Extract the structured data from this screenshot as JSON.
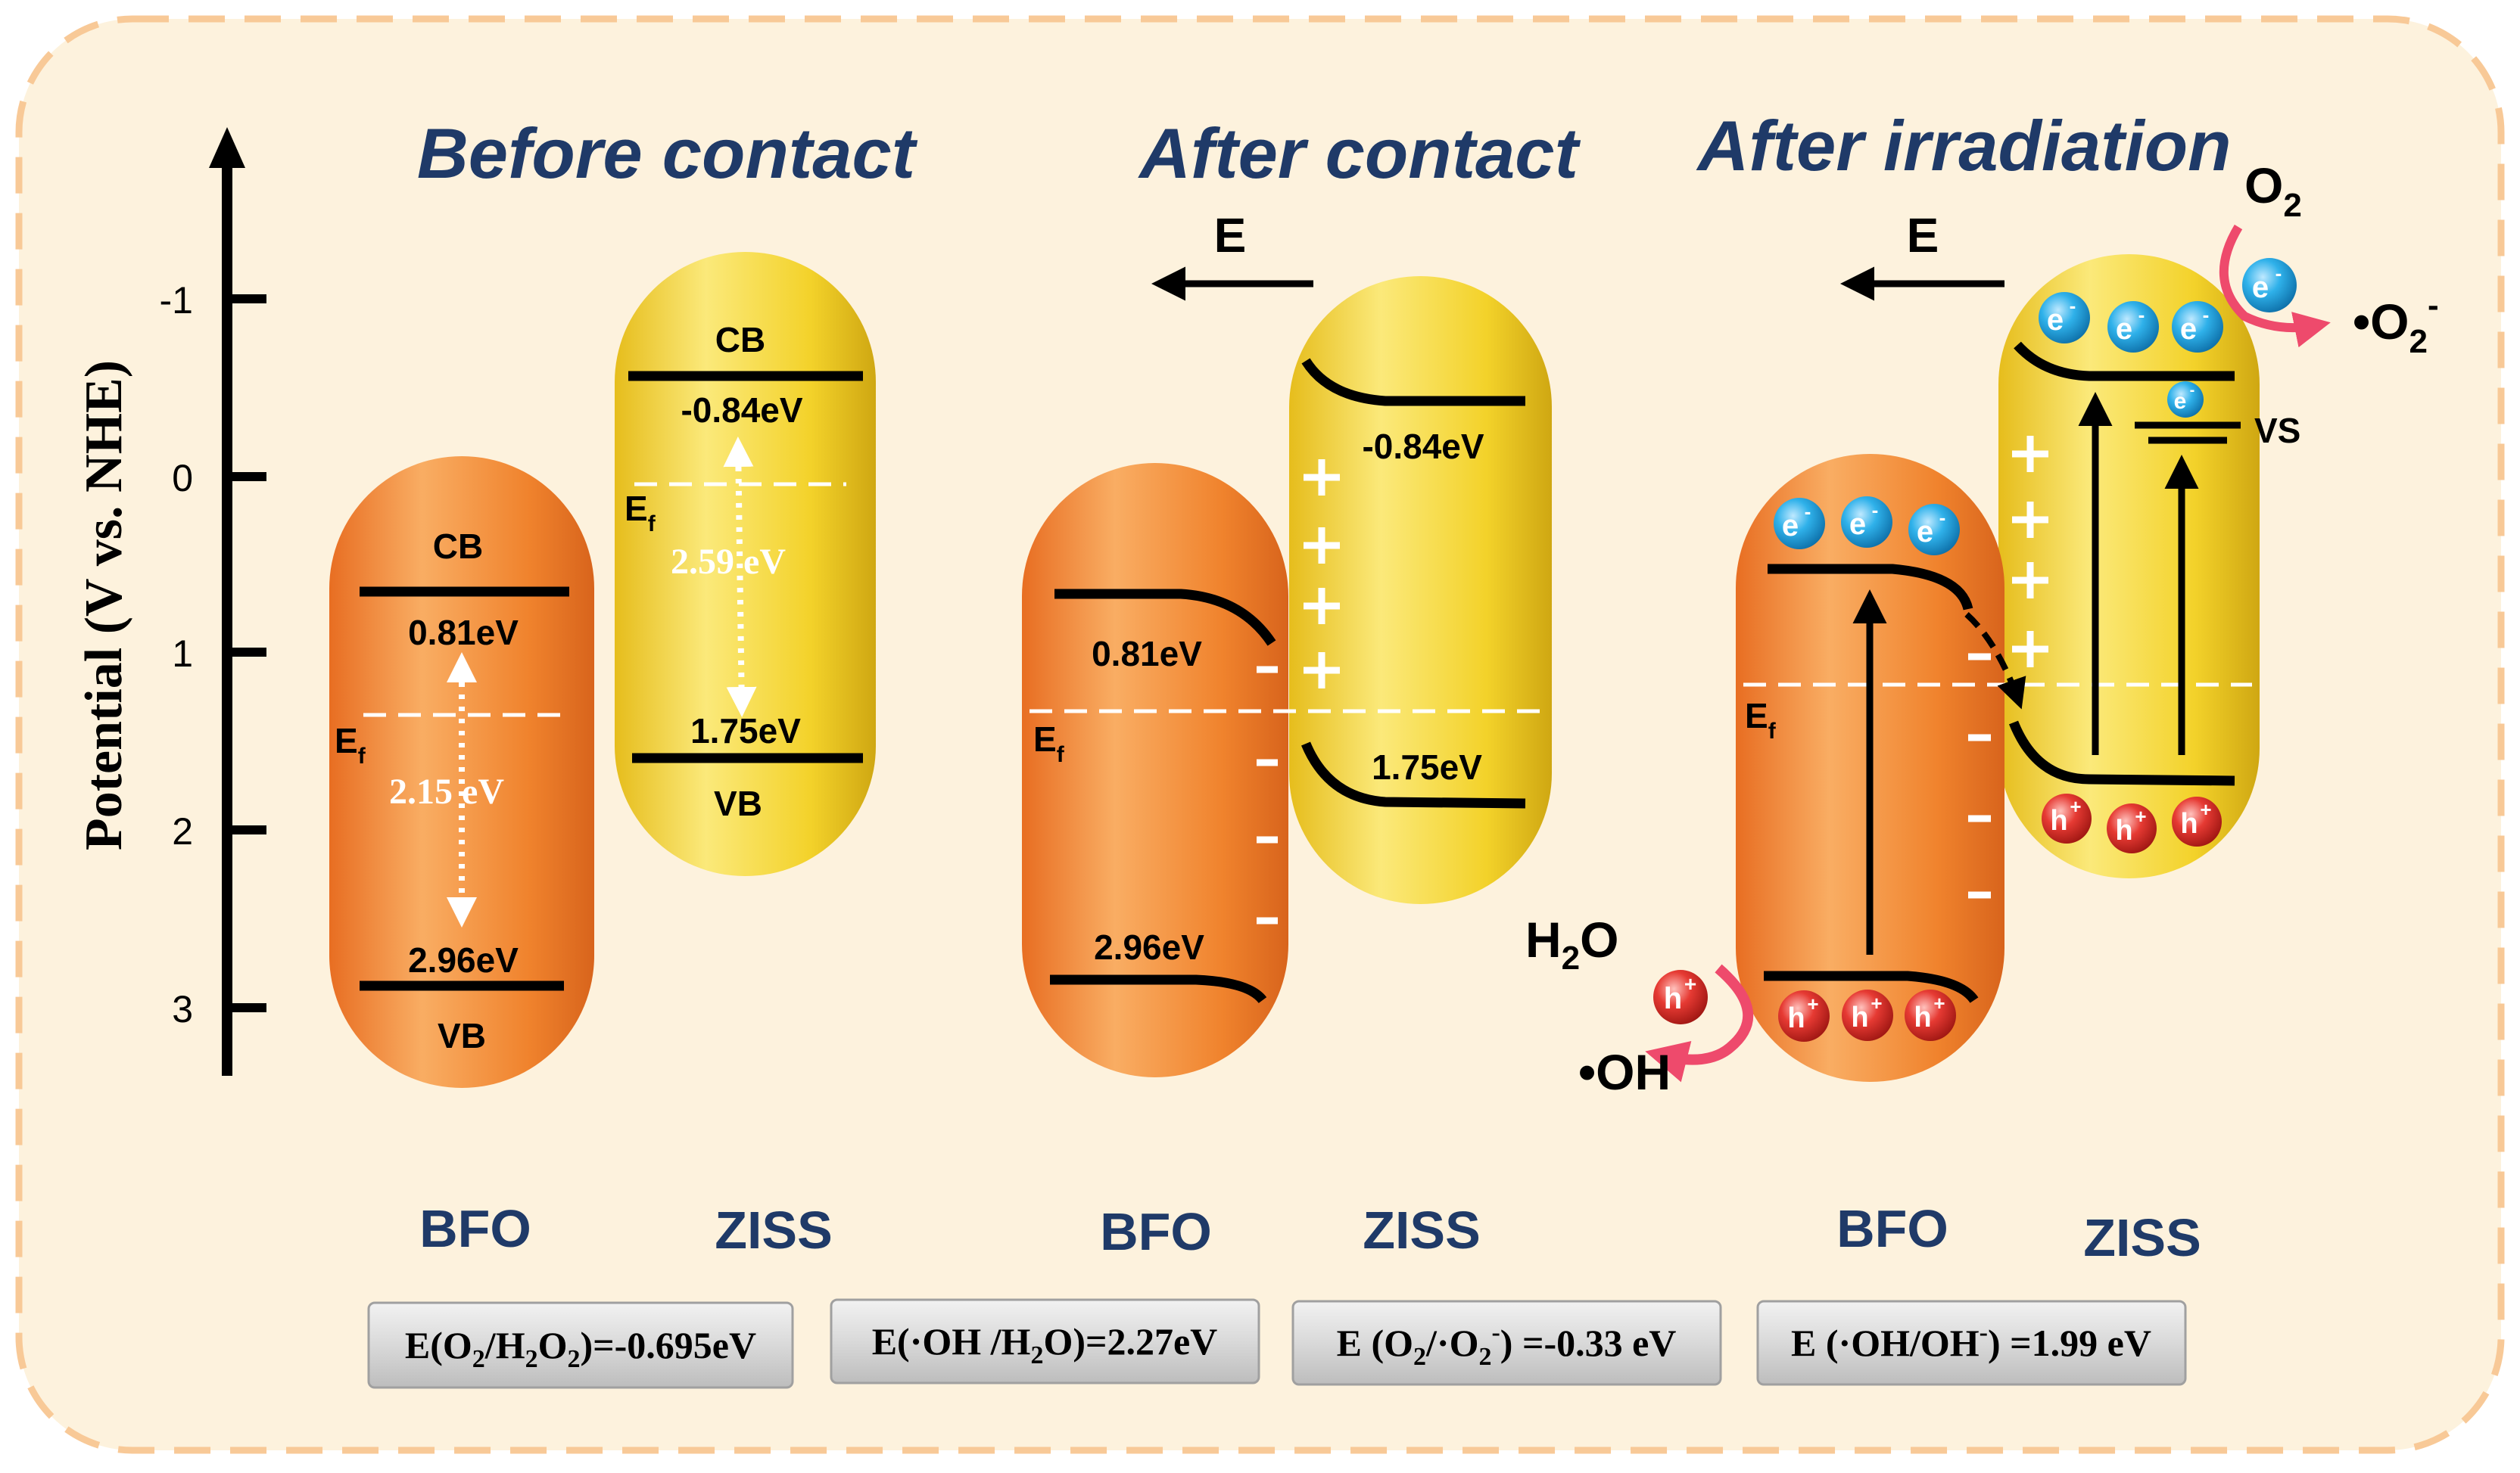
{
  "axis": {
    "label": "Potential (V vs. NHE)",
    "ticks": [
      "-1",
      "0",
      "1",
      "2",
      "3"
    ]
  },
  "panels": {
    "before": {
      "title": "Before contact",
      "bfo": {
        "cb": "CB",
        "cb_value": "0.81eV",
        "ef": "E",
        "ef_sub": "f",
        "gap": "2.15 eV",
        "vb_value": "2.96eV",
        "vb": "VB",
        "name": "BFO"
      },
      "ziss": {
        "cb": "CB",
        "cb_value": "-0.84eV",
        "ef": "E",
        "ef_sub": "f",
        "gap": "2.59 eV",
        "vb_value": "1.75eV",
        "vb": "VB",
        "name": "ZISS"
      }
    },
    "after_contact": {
      "title": "After contact",
      "field": "E",
      "bfo": {
        "cb_value": "0.81eV",
        "ef": "E",
        "ef_sub": "f",
        "vb_value": "2.96eV",
        "name": "BFO"
      },
      "ziss": {
        "cb_value": "-0.84eV",
        "vb_value": "1.75eV",
        "name": "ZISS"
      }
    },
    "after_irradiation": {
      "title": "After irradiation",
      "field": "E",
      "bfo": {
        "ef": "E",
        "ef_sub": "f",
        "name": "BFO"
      },
      "ziss": {
        "vs": "VS",
        "name": "ZISS"
      },
      "electron": "e",
      "hole": "h",
      "o2": "O",
      "o2_sub": "2",
      "superoxide": "•O",
      "superoxide_sub": "2",
      "superoxide_sup": "-",
      "water": "H",
      "water_sub": "2",
      "water_tail": "O",
      "hydroxyl": "•OH"
    }
  },
  "potentials": [
    {
      "parts": [
        [
          "E(O",
          "n"
        ],
        [
          "2",
          "sub"
        ],
        [
          "/H",
          "n"
        ],
        [
          "2",
          "sub"
        ],
        [
          "O",
          "n"
        ],
        [
          "2",
          "sub"
        ],
        [
          ")=-0.695eV",
          "n"
        ]
      ]
    },
    {
      "parts": [
        [
          "E(·OH /H",
          "n"
        ],
        [
          "2",
          "sub"
        ],
        [
          "O)=2.27eV",
          "n"
        ]
      ]
    },
    {
      "parts": [
        [
          "E (O",
          "n"
        ],
        [
          "2",
          "sub"
        ],
        [
          "/·O",
          "n"
        ],
        [
          "2",
          "sub"
        ],
        [
          "-",
          "sup"
        ],
        [
          ") =-0.33 eV",
          "n"
        ]
      ]
    },
    {
      "parts": [
        [
          "E (·OH/OH",
          "n"
        ],
        [
          "-",
          "sup"
        ],
        [
          ") =1.99 eV",
          "n"
        ]
      ]
    }
  ],
  "colors": {
    "frame_fill": "#fdf2dd",
    "frame_border": "#f8c997",
    "title": "#1f3a68",
    "bfo_light": "#f9ad63",
    "bfo_mid": "#f0832d",
    "bfo_dark": "#d8641c",
    "ziss_light": "#fbe97a",
    "ziss_mid": "#f3d22a",
    "ziss_dark": "#cfa712",
    "electron": "#1fa3e0",
    "hole": "#e0302a",
    "arrow_pink": "#ee4a6c"
  }
}
